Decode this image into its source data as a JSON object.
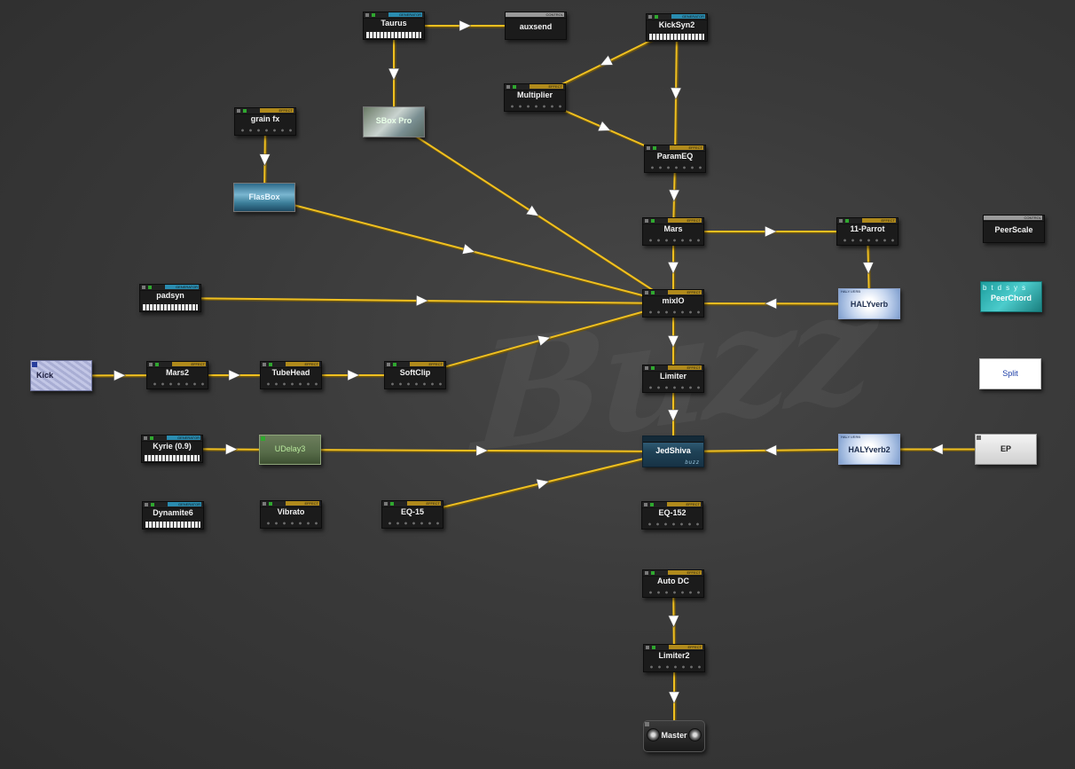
{
  "app": {
    "watermark": "Buzz"
  },
  "colors": {
    "wire": "#f0c020",
    "wire_shadow": "#6a5414",
    "arrow": "#ffffff",
    "background": "#3a3a3a"
  },
  "machines": {
    "taurus": {
      "name": "Taurus",
      "type": "GENERATOR"
    },
    "auxsend": {
      "name": "auxsend",
      "type": "CONTROL"
    },
    "kicksyn2": {
      "name": "KickSyn2",
      "type": "GENERATOR"
    },
    "multiplier": {
      "name": "Multiplier",
      "type": "EFFECT"
    },
    "grain_fx": {
      "name": "grain fx",
      "type": "EFFECT"
    },
    "sbox_pro": {
      "name": "SBox Pro"
    },
    "parameq": {
      "name": "ParamEQ",
      "type": "EFFECT"
    },
    "flasbox": {
      "name": "FlasBox"
    },
    "mars": {
      "name": "Mars",
      "type": "EFFECT"
    },
    "parrot": {
      "name": "11-Parrot",
      "type": "EFFECT"
    },
    "peerscale": {
      "name": "PeerScale",
      "type": "CONTROL"
    },
    "padsyn": {
      "name": "padsyn",
      "type": "GENERATOR"
    },
    "mixio": {
      "name": "mixIO",
      "type": "EFFECT"
    },
    "halyverb": {
      "name": "HALYverb",
      "header": "HALY-VERB"
    },
    "peerchord": {
      "name": "PeerChord",
      "sub": "btdsys"
    },
    "kick": {
      "name": "Kick"
    },
    "mars2": {
      "name": "Mars2",
      "type": "EFFECT"
    },
    "tubehead": {
      "name": "TubeHead",
      "type": "EFFECT"
    },
    "softclip": {
      "name": "SoftClip",
      "type": "EFFECT"
    },
    "limiter": {
      "name": "Limiter",
      "type": "EFFECT"
    },
    "split": {
      "name": "Split"
    },
    "kyrie": {
      "name": "Kyrie (0.9)",
      "type": "GENERATOR"
    },
    "udelay3": {
      "name": "UDelay3"
    },
    "jedshiva": {
      "name": "JedShiva",
      "brand": "buzz"
    },
    "halyverb2": {
      "name": "HALYverb2",
      "header": "HALY-VERB"
    },
    "ep": {
      "name": "EP"
    },
    "dynamite6": {
      "name": "Dynamite6",
      "type": "GENERATOR"
    },
    "vibrato": {
      "name": "Vibrato",
      "type": "EFFECT"
    },
    "eq15": {
      "name": "EQ-15",
      "type": "EFFECT"
    },
    "eq152": {
      "name": "EQ-152",
      "type": "EFFECT"
    },
    "autodc": {
      "name": "Auto DC",
      "type": "EFFECT"
    },
    "limiter2": {
      "name": "Limiter2",
      "type": "EFFECT"
    },
    "master": {
      "name": "Master"
    }
  },
  "connections": [
    {
      "from": "taurus",
      "to": "auxsend"
    },
    {
      "from": "taurus",
      "to": "sbox_pro"
    },
    {
      "from": "kicksyn2",
      "to": "multiplier"
    },
    {
      "from": "kicksyn2",
      "to": "parameq"
    },
    {
      "from": "multiplier",
      "to": "parameq"
    },
    {
      "from": "grain_fx",
      "to": "flasbox"
    },
    {
      "from": "parameq",
      "to": "mars"
    },
    {
      "from": "mars",
      "to": "parrot"
    },
    {
      "from": "parrot",
      "to": "halyverb"
    },
    {
      "from": "sbox_pro",
      "to": "mixio"
    },
    {
      "from": "flasbox",
      "to": "mixio"
    },
    {
      "from": "mars",
      "to": "mixio"
    },
    {
      "from": "padsyn",
      "to": "mixio"
    },
    {
      "from": "halyverb",
      "to": "mixio"
    },
    {
      "from": "softclip",
      "to": "mixio"
    },
    {
      "from": "kick",
      "to": "mars2"
    },
    {
      "from": "mars2",
      "to": "tubehead"
    },
    {
      "from": "tubehead",
      "to": "softclip"
    },
    {
      "from": "mixio",
      "to": "limiter"
    },
    {
      "from": "limiter",
      "to": "jedshiva"
    },
    {
      "from": "kyrie",
      "to": "udelay3"
    },
    {
      "from": "udelay3",
      "to": "jedshiva"
    },
    {
      "from": "eq15",
      "to": "jedshiva"
    },
    {
      "from": "halyverb2",
      "to": "jedshiva"
    },
    {
      "from": "ep",
      "to": "halyverb2"
    },
    {
      "from": "autodc",
      "to": "limiter2"
    },
    {
      "from": "limiter2",
      "to": "master"
    }
  ]
}
